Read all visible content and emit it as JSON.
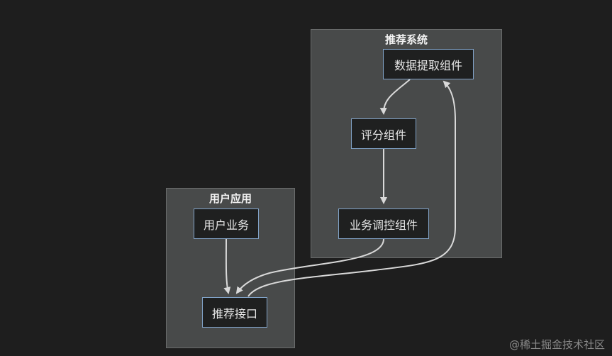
{
  "clusters": {
    "recommend": {
      "title": "推荐系统"
    },
    "user_app": {
      "title": "用户应用"
    }
  },
  "nodes": {
    "data_fetch": "数据提取组件",
    "scoring": "评分组件",
    "biz_control": "业务调控组件",
    "user_biz": "用户业务",
    "rec_api": "推荐接口"
  },
  "edges": [
    {
      "from": "data_fetch",
      "to": "scoring"
    },
    {
      "from": "scoring",
      "to": "biz_control"
    },
    {
      "from": "user_biz",
      "to": "rec_api"
    },
    {
      "from": "biz_control",
      "to": "rec_api"
    },
    {
      "from": "rec_api",
      "to": "data_fetch"
    }
  ],
  "colors": {
    "background": "#1e1e1e",
    "cluster_fill": "#484a4a",
    "node_fill": "#1f2020",
    "node_border": "#81a3c8",
    "edge": "#d9d9d9"
  },
  "watermark": "@稀土掘金技术社区"
}
